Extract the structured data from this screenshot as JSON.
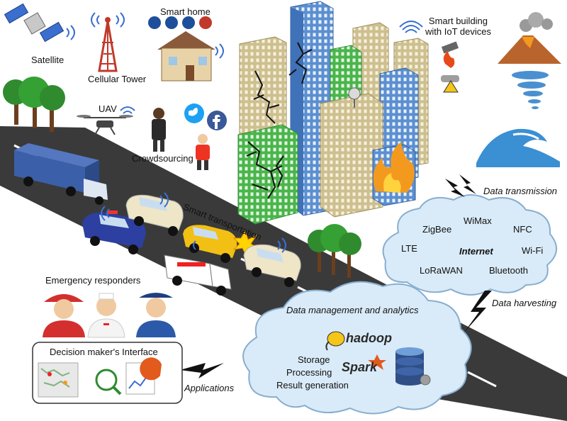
{
  "labels": {
    "satellite": "Satellite",
    "cellular_tower": "Cellular Tower",
    "smart_home": "Smart home",
    "smart_building": "Smart building\nwith IoT devices",
    "uav": "UAV",
    "crowdsourcing": "Crowdsourcing",
    "smart_transportation": "Smart transportation",
    "data_transmission": "Data transmission",
    "data_harvesting": "Data harvesting",
    "applications": "Applications",
    "emergency_responders": "Emergency responders",
    "decision_interface": "Decision maker's Interface"
  },
  "network_cloud": {
    "items": [
      "WiMax",
      "ZigBee",
      "NFC",
      "LTE",
      "Internet",
      "Wi-Fi",
      "LoRaWAN",
      "Bluetooth"
    ]
  },
  "analytics_cloud": {
    "title": "Data management and analytics",
    "hadoop_logo": "hadoop",
    "spark_logo": "Spark",
    "tasks": [
      "Storage",
      "Processing",
      "Result generation"
    ]
  },
  "social_icons": [
    "twitter-icon",
    "facebook-icon"
  ],
  "hazards": [
    "volcano-icon",
    "tornado-icon",
    "tsunami-icon"
  ],
  "colors": {
    "road": "#3a3a3a",
    "building_blue": "#5b8fd0",
    "building_green": "#49b54a",
    "building_beige": "#d8cfa3",
    "cloud_fill": "#d9ebf8",
    "cloud_stroke": "#88aed0",
    "fire": "#f39a1e",
    "twitter": "#1da1f2",
    "facebook": "#3b5998",
    "tree": "#2f8b2e"
  }
}
